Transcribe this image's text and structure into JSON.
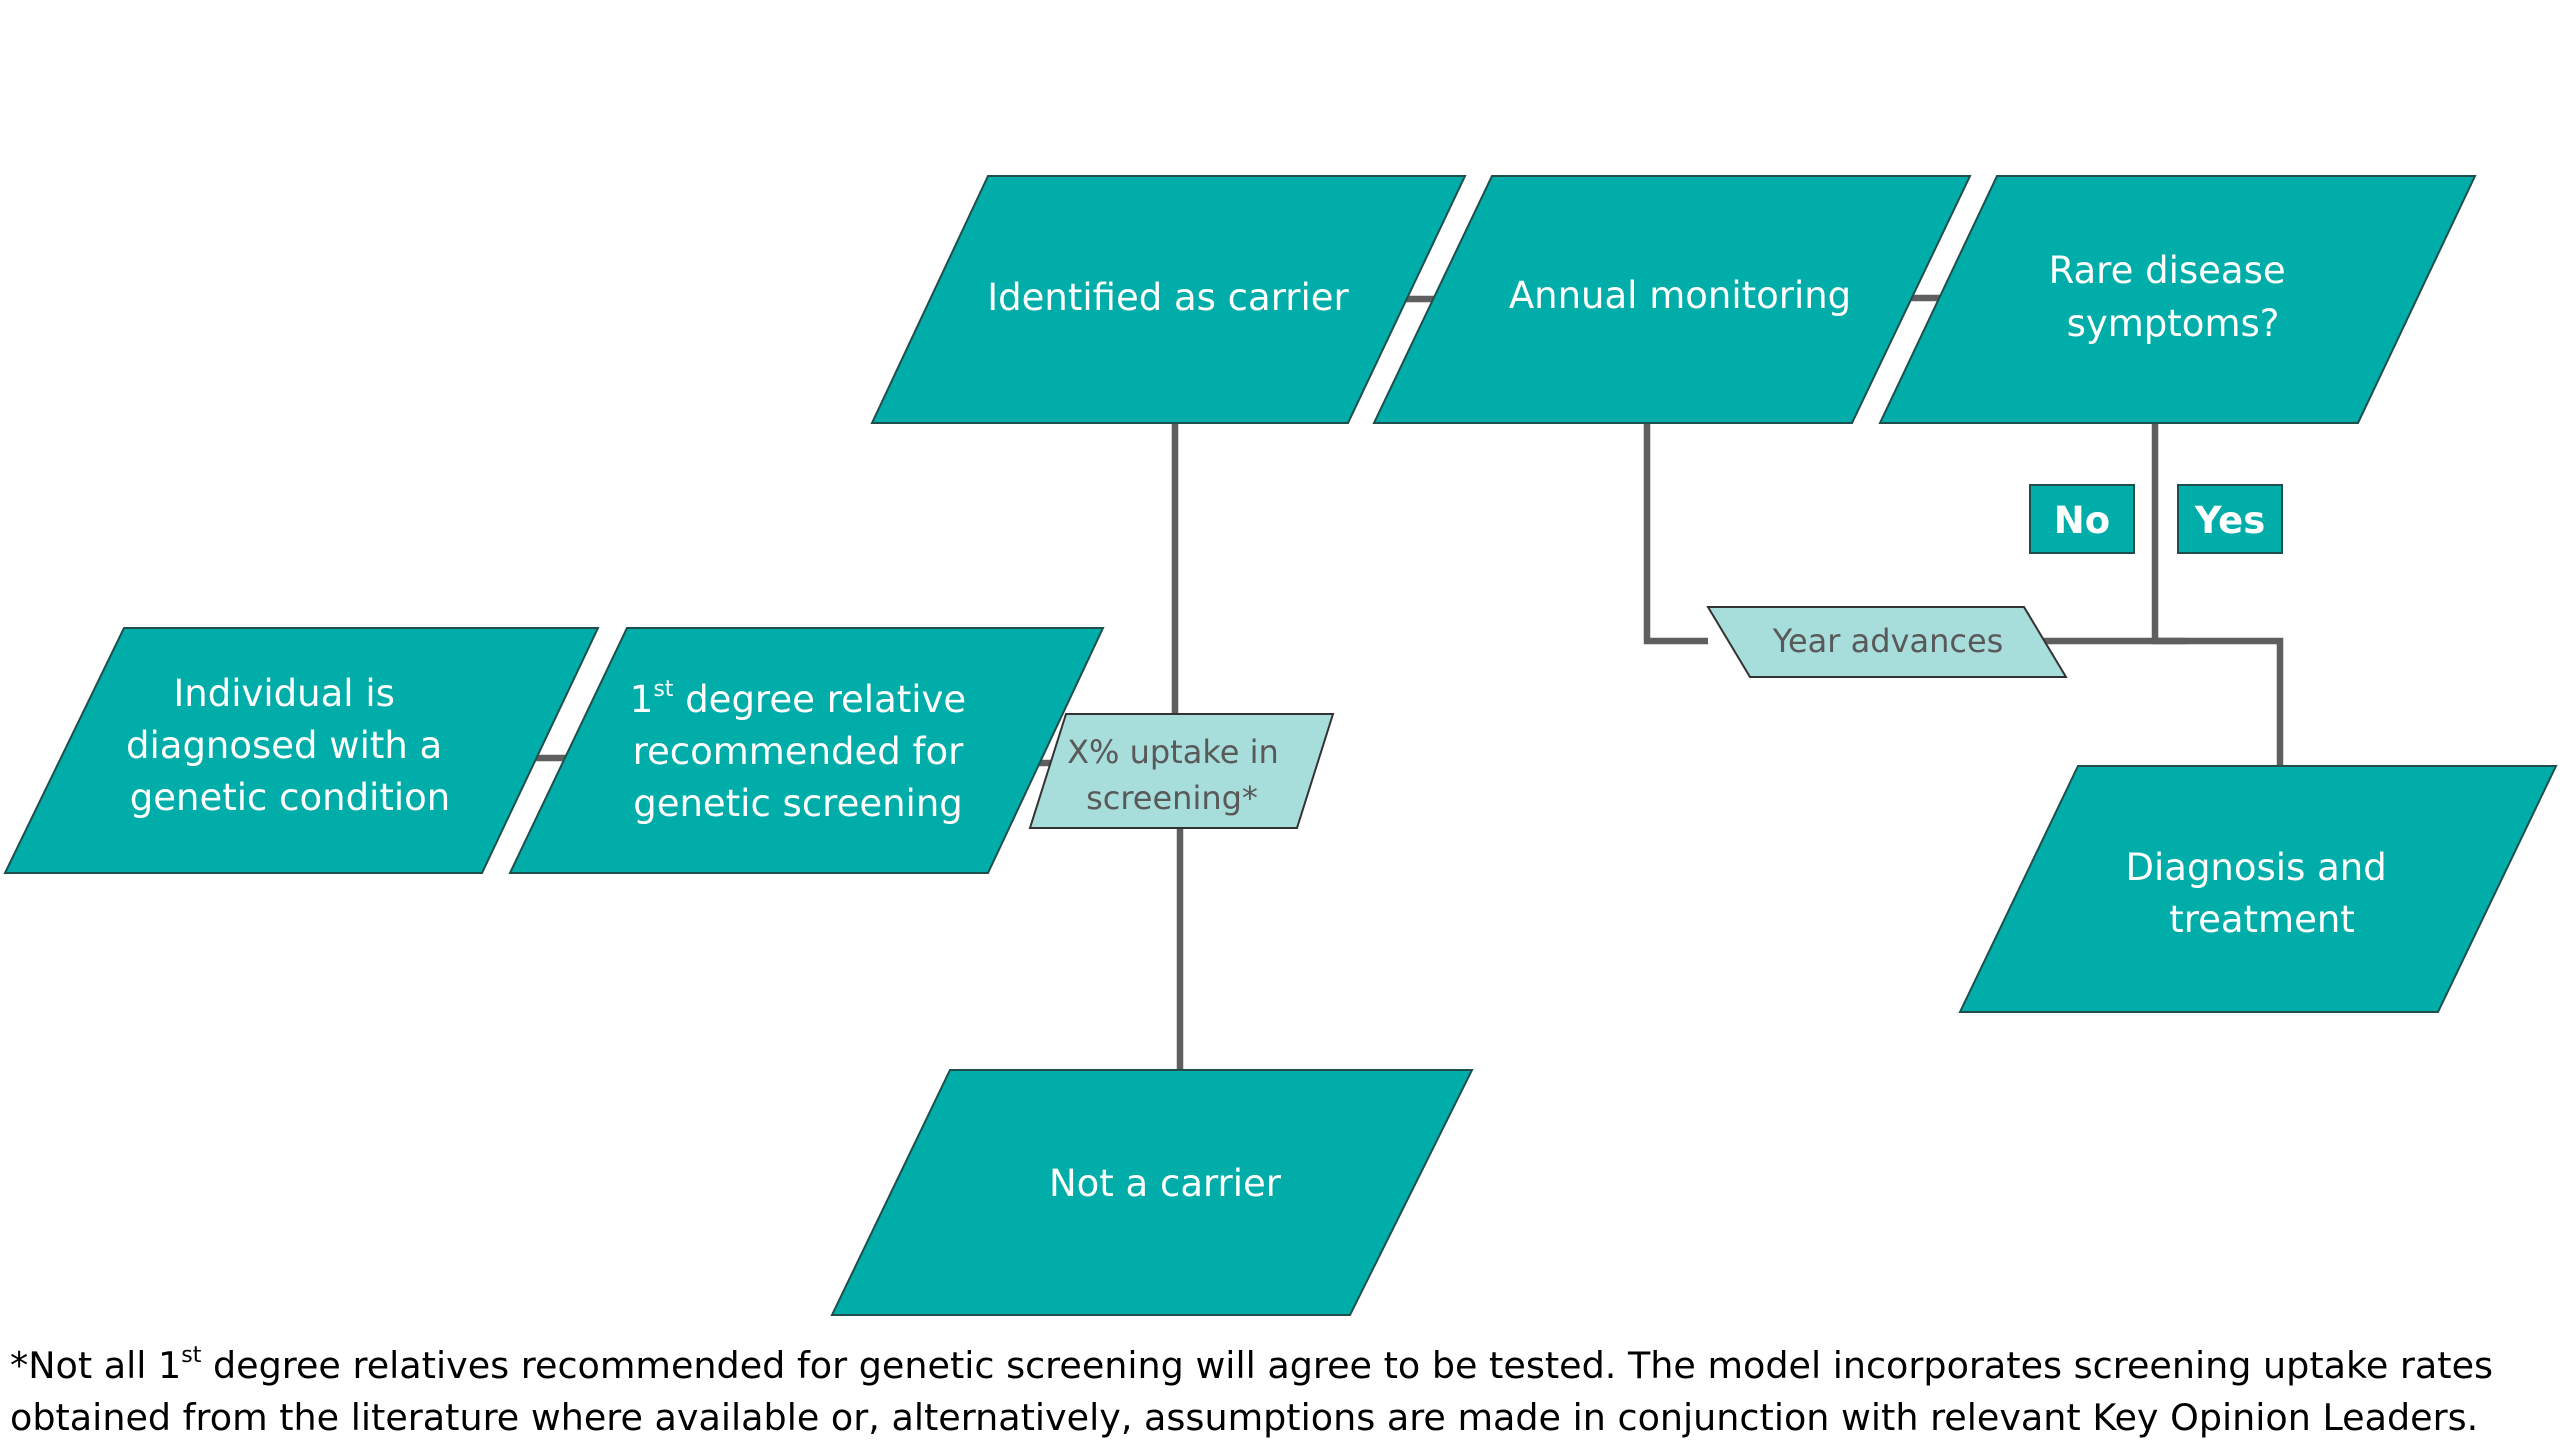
{
  "colors": {
    "node_fill": "#00ADA9",
    "node_stroke": "#1F4E4D",
    "decision_fill": "#A7DEDB",
    "connector": "#5F5F5F"
  },
  "nodes": {
    "diagnosed": [
      "Individual is",
      "diagnosed with a",
      "genetic condition"
    ],
    "relative": {
      "line1_num": "1",
      "line1_sup": "st",
      "line1_rest": " degree relative",
      "line2": "recommended for",
      "line3": "genetic screening"
    },
    "carrier": "Identified as carrier",
    "monitoring": "Annual monitoring",
    "symptoms": [
      "Rare disease",
      "symptoms?"
    ],
    "not_carrier": "Not a carrier",
    "diagnosis": [
      "Diagnosis and",
      "treatment"
    ]
  },
  "decisions": {
    "uptake": [
      "X% uptake in",
      "screening*"
    ],
    "year": "Year advances"
  },
  "tags": {
    "no": "No",
    "yes": "Yes"
  },
  "footnote": {
    "prefix": "*Not all 1",
    "sup": "st",
    "line1_rest": " degree relatives recommended for genetic screening will agree to be tested. The model incorporates screening uptake rates",
    "line2": "obtained from the literature where available or, alternatively, assumptions are made in conjunction with relevant Key Opinion Leaders."
  }
}
